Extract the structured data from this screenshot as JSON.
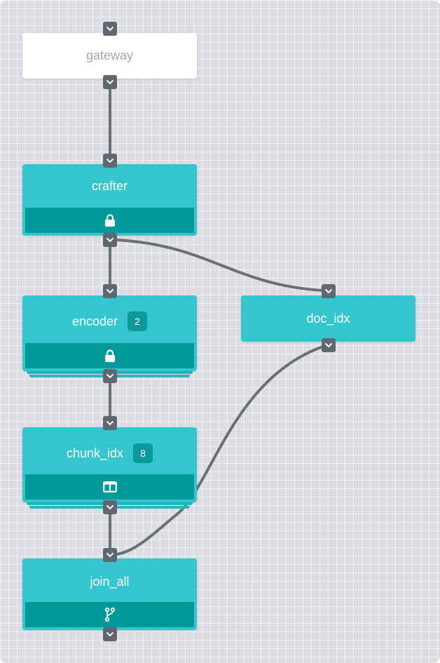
{
  "colors": {
    "canvas": "#dcdde0",
    "node": "#33c6ce",
    "node_bar": "#009999",
    "badge": "#0a9a9a",
    "port": "#5f6770",
    "edge": "#6b7078",
    "gateway_bg": "#ffffff",
    "gateway_text": "#a4a7ac"
  },
  "nodes": {
    "gateway": {
      "label": "gateway"
    },
    "crafter": {
      "label": "crafter",
      "icon": "lock-icon"
    },
    "encoder": {
      "label": "encoder",
      "replicas": "2",
      "icon": "lock-icon"
    },
    "chunk_idx": {
      "label": "chunk_idx",
      "replicas": "8",
      "icon": "columns-icon"
    },
    "join_all": {
      "label": "join_all",
      "icon": "branch-icon"
    },
    "doc_idx": {
      "label": "doc_idx"
    }
  }
}
